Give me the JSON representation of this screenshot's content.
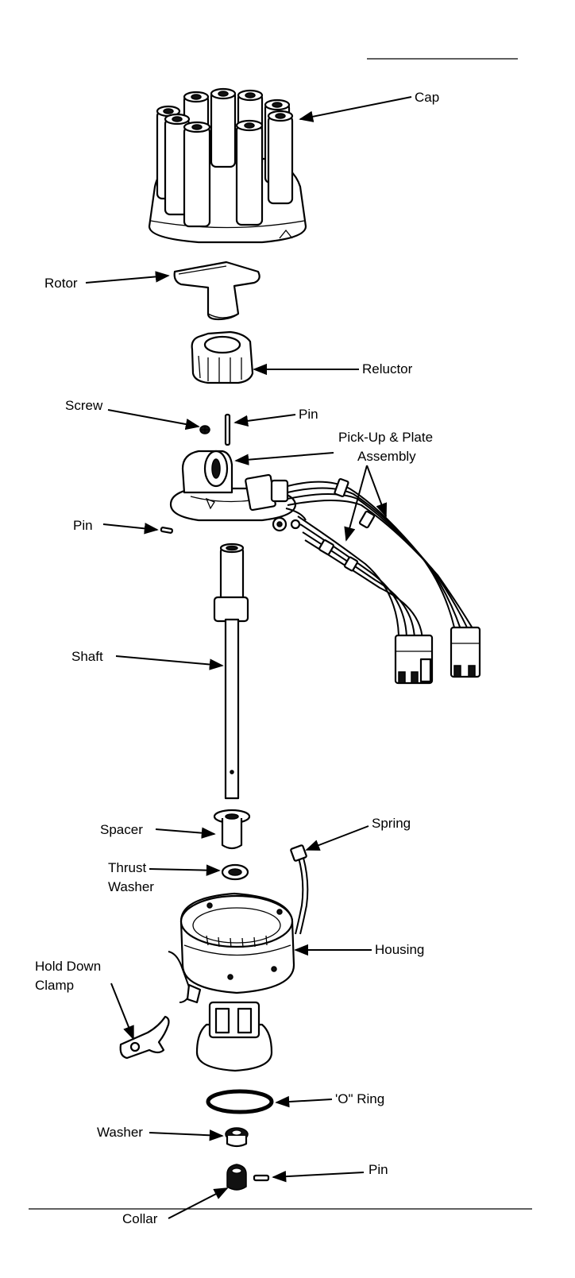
{
  "labels": {
    "cap": "Cap",
    "rotor": "Rotor",
    "reluctor": "Reluctor",
    "screw": "Screw",
    "pin_top": "Pin",
    "pickup_line1": "Pick-Up & Plate",
    "pickup_line2": "Assembly",
    "pin_plate": "Pin",
    "shaft": "Shaft",
    "spacer": "Spacer",
    "spring": "Spring",
    "thrust_line1": "Thrust",
    "thrust_line2": "Washer",
    "hold_line1": "Hold Down",
    "hold_line2": "Clamp",
    "housing": "Housing",
    "oring": "'O\" Ring",
    "washer": "Washer",
    "pin_bottom": "Pin",
    "collar": "Collar"
  }
}
